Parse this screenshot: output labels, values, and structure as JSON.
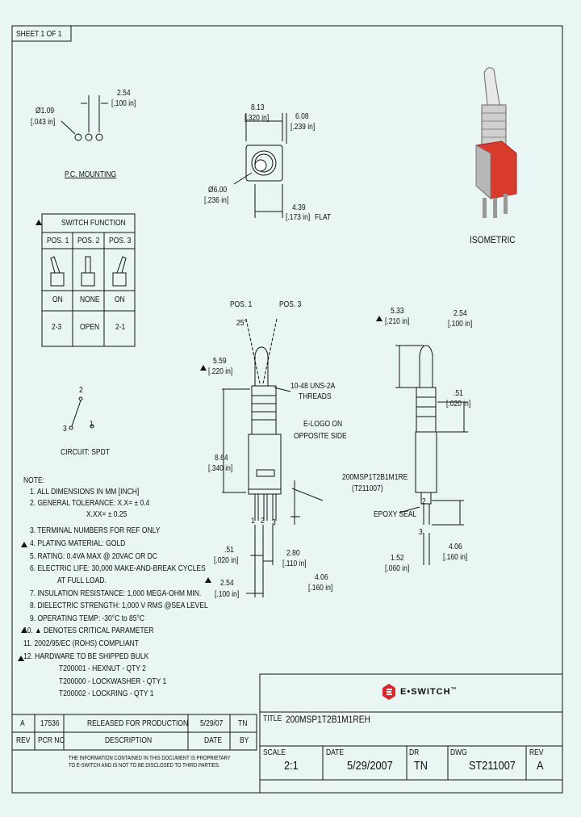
{
  "sheet": {
    "label": "SHEET 1 OF 1"
  },
  "pcb": {
    "pitch_mm": "2.54",
    "pitch_in": "[.100 in]",
    "hole_mm": "Ø1.09",
    "hole_in": "[.043 in]",
    "title": "P.C. MOUNTING"
  },
  "top_view": {
    "w_mm": "8.13",
    "w_in": "[.320 in]",
    "h_mm": "6.08",
    "h_in": "[.239 in]",
    "dia_mm": "Ø6.00",
    "dia_in": "[.236 in]",
    "flat_mm": "4.39",
    "flat_in": "[.173 in]",
    "flat_label": "FLAT"
  },
  "switch_function": {
    "title": "SWITCH FUNCTION",
    "columns": [
      "POS. 1",
      "POS. 2",
      "POS. 3"
    ],
    "states": [
      "ON",
      "NONE",
      "ON"
    ],
    "connections": [
      "2-3",
      "OPEN",
      "2-1"
    ]
  },
  "circuit": {
    "label": "CIRCUIT: SPDT",
    "pins": [
      "2",
      "3",
      "1"
    ]
  },
  "isometric": {
    "label": "ISOMETRIC"
  },
  "front_view": {
    "pos1": "POS. 1",
    "pos3": "POS. 3",
    "angle": "25°",
    "h_mm": "5.59",
    "h_in": "[.220 in]",
    "thread": "10-48 UNS-2A",
    "thread2": "THREADS",
    "elogo": "E-LOGO ON",
    "elogo2": "OPPOSITE SIDE",
    "body_mm": "8.64",
    "body_in": "[.340 in]",
    "term_mm": ".51",
    "term_in": "[.020 in]",
    "p1_mm": "2.80",
    "p1_in": "[.110 in]",
    "p2_mm": "2.54",
    "p2_in": "[.100 in]",
    "p3_mm": "4.06",
    "p3_in": "[.160 in]",
    "pin_labels": [
      "2",
      "1",
      "3"
    ]
  },
  "side_view": {
    "h_mm": "5.33",
    "h_in": "[.210 in]",
    "d_mm": "2.54",
    "d_in": "[.100 in]",
    "t_mm": ".51",
    "t_in": "[.020 in]",
    "part_label": "200MSP1T2B1M1RE",
    "part_label2": "(T211007)",
    "epoxy": "EPOXY SEAL",
    "w_mm": "1.52",
    "w_in": "[.060 in]",
    "l_mm": "4.06",
    "l_in": "[.160 in]",
    "pin_labels": [
      "2",
      "3"
    ]
  },
  "notes": {
    "title": "NOTE:",
    "lines": [
      "1. ALL DIMENSIONS IN MM [INCH]",
      "2. GENERAL TOLERANCE: X.X= ± 0.4",
      "X.XX= ± 0.25",
      "3. TERMINAL NUMBERS FOR REF ONLY",
      "4. PLATING MATERIAL: GOLD",
      "5. RATING: 0.4VA MAX @ 20VAC OR DC",
      "6. ELECTRIC LIFE: 30,000 MAKE-AND-BREAK CYCLES",
      "AT FULL LOAD.",
      "7. INSULATION RESISTANCE: 1,000 MEGA-OHM MIN.",
      "8. DIELECTRIC STRENGTH: 1,000 V RMS @SEA LEVEL",
      "9. OPERATING TEMP: -30°C to 85°C",
      "10. ▲ DENOTES CRITICAL PARAMETER",
      "11. 2002/95/EC (ROHS) COMPLIANT",
      "12. HARDWARE TO BE SHIPPED BULK",
      "T200001 - HEXNUT - QTY 2",
      "T200000 - LOCKWASHER - QTY 1",
      "T200002 - LOCKRING - QTY 1"
    ]
  },
  "logo": {
    "text": "E•SWITCH",
    "mark": "™",
    "color": "#d42a2a"
  },
  "revision": {
    "row": [
      "A",
      "17536",
      "RELEASED FOR PRODUCTION",
      "5/29/07",
      "TN"
    ],
    "headers": [
      "REV",
      "PCR NO",
      "DESCRIPTION",
      "DATE",
      "BY"
    ],
    "disclaimer1": "THE INFORMATION CONTAINED IN THIS DOCUMENT IS PROPRIETARY",
    "disclaimer2": "TO E-SWITCH AND IS NOT TO BE DISCLOSED TO THIRD PARTIES."
  },
  "title_block": {
    "title_label": "TITLE",
    "title": "200MSP1T2B1M1REH",
    "scale_label": "SCALE",
    "scale": "2:1",
    "date_label": "DATE",
    "date": "5/29/2007",
    "dr_label": "DR",
    "dr": "TN",
    "dwg_label": "DWG",
    "dwg": "ST211007",
    "rev_label": "REV",
    "rev": "A"
  },
  "colors": {
    "background": "#e9f6f3",
    "line": "#111111",
    "switch_red": "#d83a2c",
    "switch_grey": "#bfbfbf"
  }
}
